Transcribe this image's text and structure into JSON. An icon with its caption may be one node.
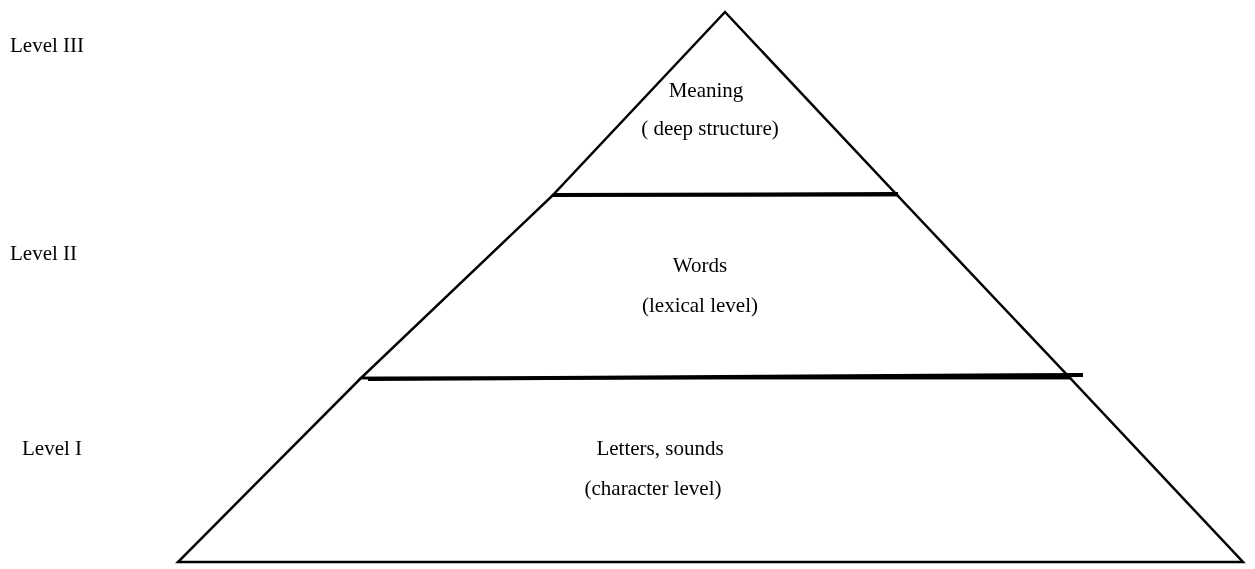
{
  "diagram": {
    "nodes": [
      {
        "text": [
          "Meaning",
          "( deep structure)"
        ]
      },
      {
        "text": [
          "Words",
          "(lexical level)"
        ]
      },
      {
        "text": [
          "Letters, sounds",
          "(character level)"
        ]
      }
    ],
    "labels": [
      "Level III",
      "Level II",
      "Level I"
    ]
  }
}
